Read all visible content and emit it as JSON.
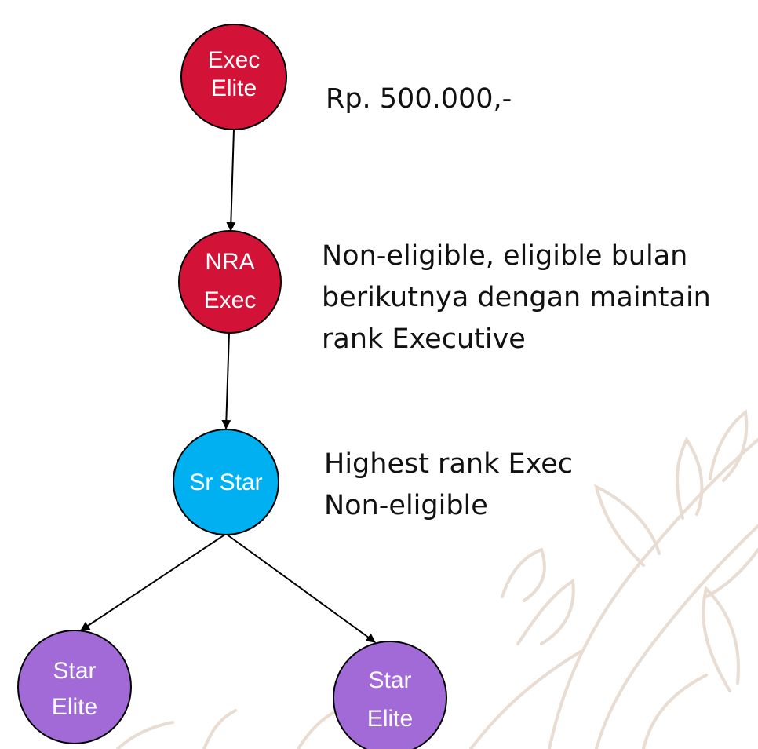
{
  "colors": {
    "exec": "#d21237",
    "sr_star": "#00b0f0",
    "star": "#a26ad6",
    "stroke": "#000000",
    "watermark": "#e9dcd2"
  },
  "background": {
    "decoration": "botanical-line-sketch"
  },
  "nodes": {
    "exec_elite": {
      "line1": "Exec",
      "line2": "Elite"
    },
    "nra_exec": {
      "line1": "NRA",
      "line2": "Exec"
    },
    "sr_star": {
      "line1": "Sr Star"
    },
    "star_elite_left": {
      "line1": "Star",
      "line2": "Elite"
    },
    "star_elite_right": {
      "line1": "Star",
      "line2": "Elite"
    }
  },
  "notes": {
    "exec_elite": [
      "Rp. 500.000,-"
    ],
    "nra_exec": [
      "Non-eligible, eligible bulan",
      "berikutnya dengan maintain",
      "rank Executive"
    ],
    "sr_star": [
      "Highest rank Exec",
      "Non-eligible"
    ]
  }
}
